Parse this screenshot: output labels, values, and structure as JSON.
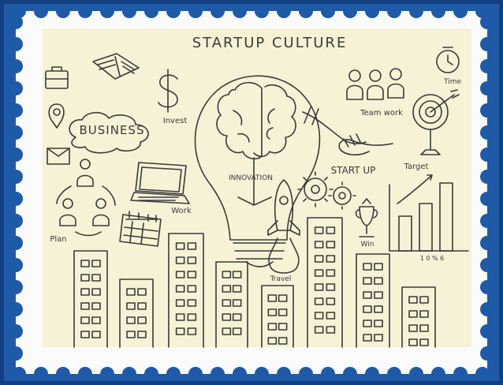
{
  "stamp": {
    "colors": {
      "frame_blue": "#1f5aa8",
      "frame_dark": "#123f82",
      "paper_white": "#fbfbfb",
      "sketch_paper": "#f6f2d6",
      "ink": "#3a3a3a"
    }
  },
  "sketch": {
    "title": "STARTUP CULTURE",
    "labels": {
      "business": "BUSINESS",
      "invest": "Invest",
      "innovation": "INNOVATION",
      "team_work": "Team work",
      "start_up": "START UP",
      "target": "Target",
      "work": "Work",
      "plan": "Plan",
      "travel": "Travel",
      "win": "Win",
      "time": "Time",
      "chart_axis": "1 0 % 6"
    },
    "icons": [
      "briefcase-icon",
      "book-icon",
      "dollar-icon",
      "lightbulb-brain-icon",
      "team-icon",
      "clock-icon",
      "location-pin-icon",
      "envelope-icon",
      "handshake-icon",
      "target-icon",
      "gears-icon",
      "rocket-icon",
      "laptop-icon",
      "calendar-icon",
      "trophy-icon",
      "bar-growth-icon",
      "city-buildings"
    ]
  }
}
